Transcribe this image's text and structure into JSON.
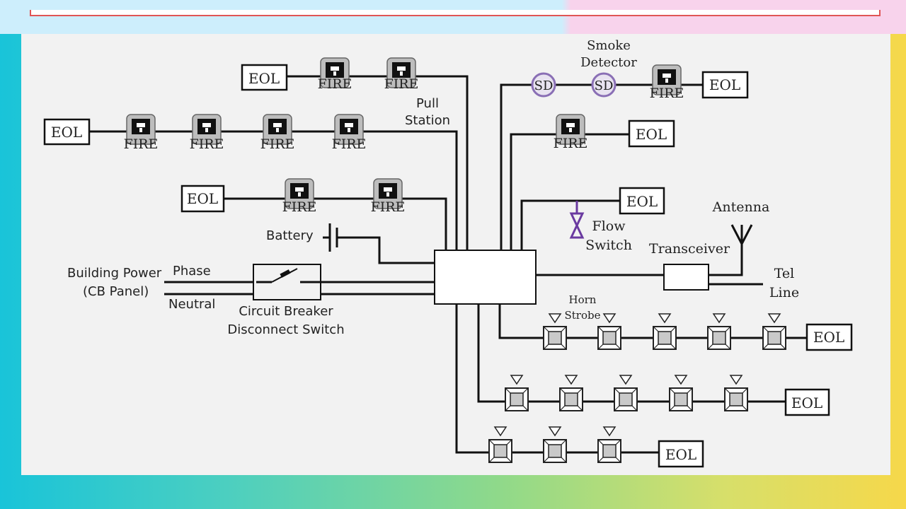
{
  "labels": {
    "eol": "EOL",
    "fire": "FIRE",
    "sd": "SD",
    "smoke_detector_l1": "Smoke",
    "smoke_detector_l2": "Detector",
    "pull_station_l1": "Pull",
    "pull_station_l2": "Station",
    "battery": "Battery",
    "building_power_l1": "Building Power",
    "building_power_l2": "(CB Panel)",
    "phase": "Phase",
    "neutral": "Neutral",
    "cb_l1": "Circuit Breaker",
    "cb_l2": "Disconnect Switch",
    "flow_switch_l1": "Flow",
    "flow_switch_l2": "Switch",
    "antenna": "Antenna",
    "transceiver": "Transceiver",
    "tel_line_l1": "Tel",
    "tel_line_l2": "Line",
    "horn_strobe_l1": "Horn",
    "horn_strobe_l2": "Strobe"
  },
  "colors": {
    "wire": "#111111",
    "smoke_detector_ring": "#8a6fb5",
    "flow_switch": "#6a3aa0"
  }
}
